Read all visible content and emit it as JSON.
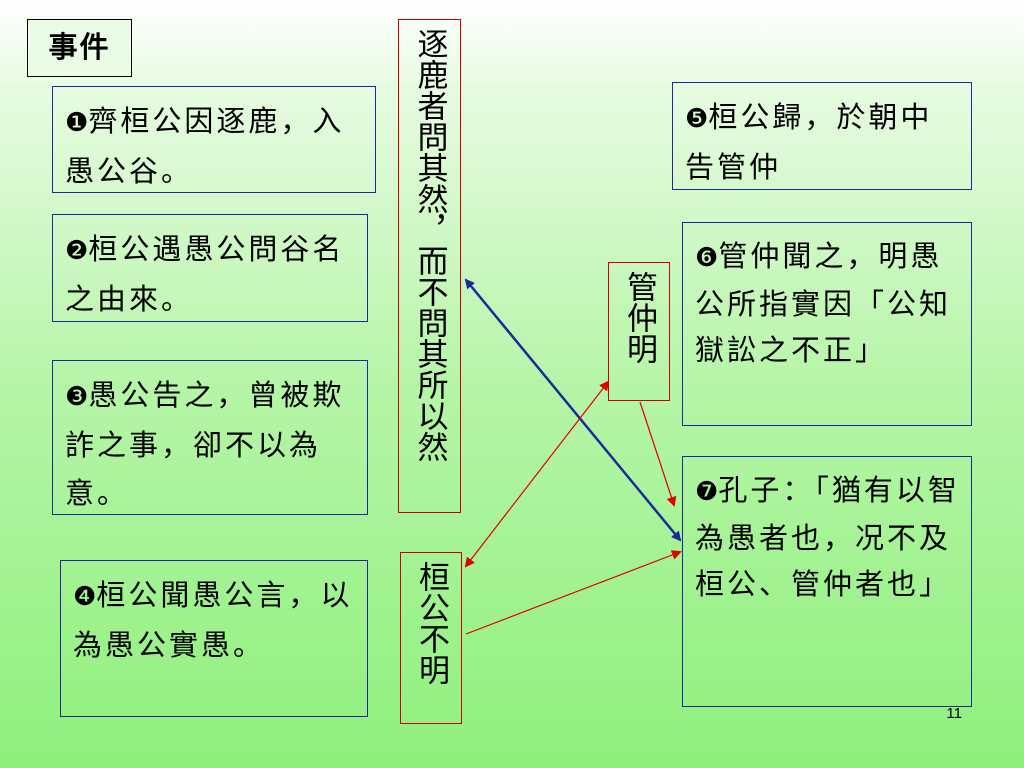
{
  "title": "事件",
  "events": [
    {
      "num": "❶",
      "text": "齊桓公因逐鹿，入愚公谷。"
    },
    {
      "num": "❷",
      "text": "桓公遇愚公問谷名之由來。"
    },
    {
      "num": "❸",
      "text": "愚公告之，曾被欺詐之事，卻不以為意。"
    },
    {
      "num": "❹",
      "text": "桓公聞愚公言，以為愚公實愚。"
    },
    {
      "num": "❺",
      "text": "桓公歸，於朝中告管仲"
    },
    {
      "num": "❻",
      "text": "管仲聞之，明愚公所指實因「公知獄訟之不正」"
    },
    {
      "num": "❼",
      "text": "孔子：「猶有以智為愚者也，况不及桓公、管仲者也」"
    }
  ],
  "vertical_labels": {
    "top": "逐鹿者問其然，而不問其所以然",
    "middle": "管仲明",
    "bottom": "桓公不明"
  },
  "colors": {
    "box_border": "#1a2a9a",
    "label_border": "#cc0000",
    "blue_arrow": "#1a2a9a",
    "red_arrow": "#e00000"
  },
  "page_number": "11"
}
